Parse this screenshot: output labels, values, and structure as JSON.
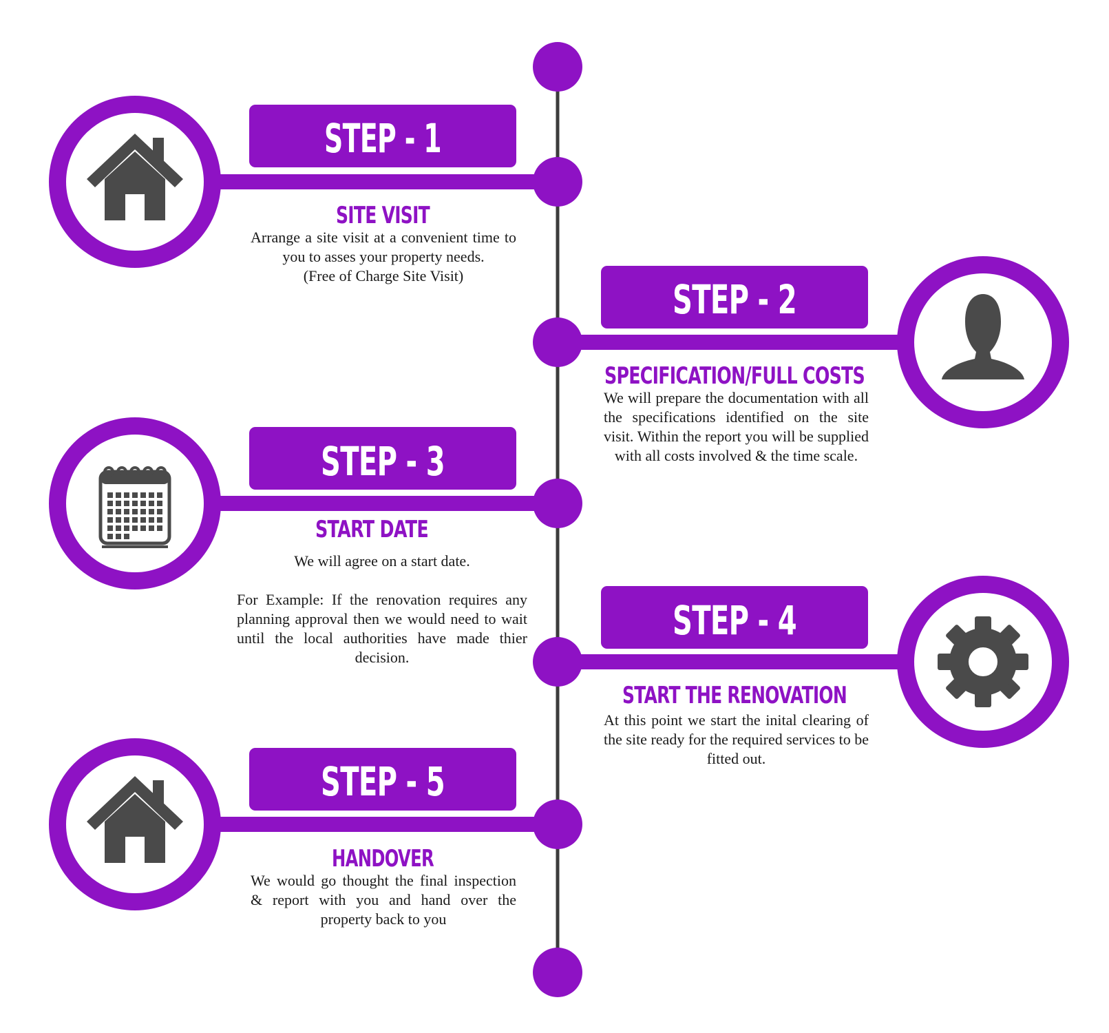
{
  "colors": {
    "purple": "#8e12c4",
    "spine": "#3c3c3c",
    "icon": "#4a4a4a"
  },
  "steps": [
    {
      "label": "STEP - 1",
      "title": "SITE VISIT",
      "icon": "house-icon",
      "description": [
        "Arrange a site visit at a convenient time to you to asses your property needs.",
        "(Free of Charge Site Visit)"
      ]
    },
    {
      "label": "STEP - 2",
      "title": "SPECIFICATION/FULL COSTS",
      "icon": "user-icon",
      "description": [
        "We will prepare the documentation with all the specifications identified on the site visit. Within the report you will be supplied with all costs involved & the time scale."
      ]
    },
    {
      "label": "STEP - 3",
      "title": "START DATE",
      "icon": "calendar-icon",
      "description": [
        "We will agree on a start date.",
        "For Example: If the renovation requires any planning approval then we would need to wait until the local authorities have made thier decision."
      ]
    },
    {
      "label": "STEP - 4",
      "title": "START THE RENOVATION",
      "icon": "gear-icon",
      "description": [
        "At this point we start the inital clearing of the site ready for the required services to be fitted out."
      ]
    },
    {
      "label": "STEP - 5",
      "title": "HANDOVER",
      "icon": "house-icon",
      "description": [
        "We would go thought the final inspection & report with you and hand over the property back to you"
      ]
    }
  ]
}
